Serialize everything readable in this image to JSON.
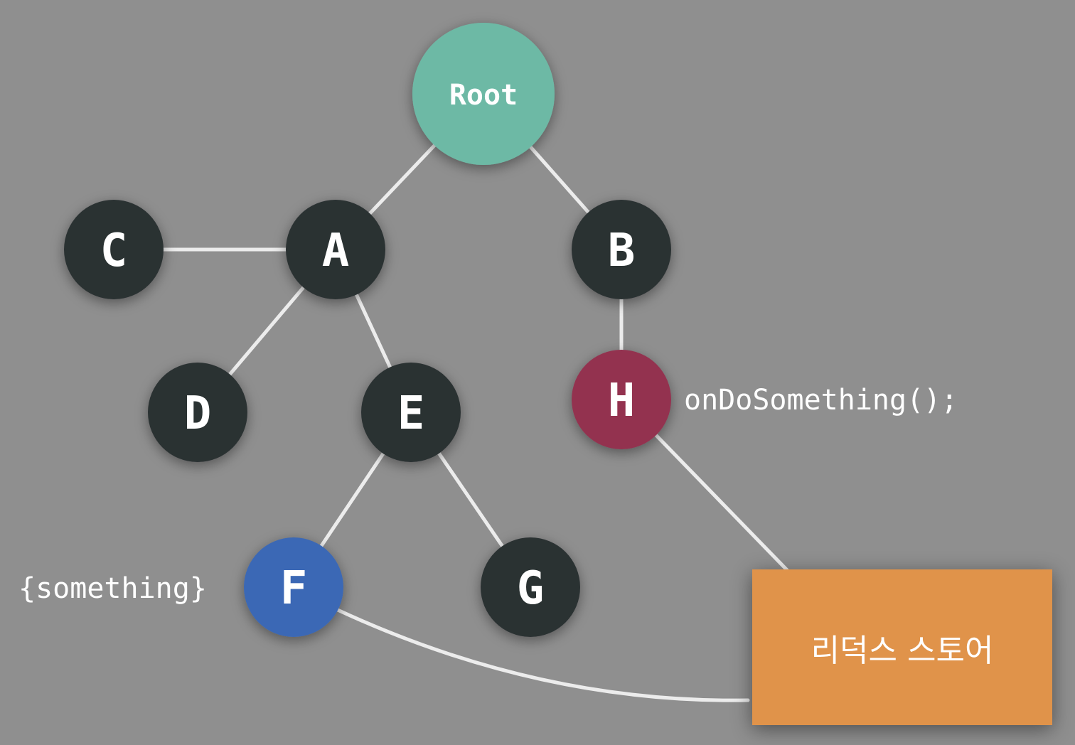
{
  "nodes": {
    "root": {
      "label": "Root",
      "color": "#6db9a5"
    },
    "a": {
      "label": "A",
      "color": "#2b3033"
    },
    "b": {
      "label": "B",
      "color": "#2b3033"
    },
    "c": {
      "label": "C",
      "color": "#2b3033"
    },
    "d": {
      "label": "D",
      "color": "#2b3033"
    },
    "e": {
      "label": "E",
      "color": "#2b3033"
    },
    "f": {
      "label": "F",
      "color": "#3a67b5"
    },
    "g": {
      "label": "G",
      "color": "#2b3033"
    },
    "h": {
      "label": "H",
      "color": "#93304f"
    }
  },
  "annotations": {
    "h_action": "onDoSomething();",
    "f_state": "{something}"
  },
  "store": {
    "label": "리덕스 스토어",
    "color": "#e0934a"
  },
  "edges": [
    [
      "root",
      "a"
    ],
    [
      "root",
      "b"
    ],
    [
      "a",
      "c"
    ],
    [
      "a",
      "d"
    ],
    [
      "a",
      "e"
    ],
    [
      "b",
      "h"
    ],
    [
      "e",
      "f"
    ],
    [
      "e",
      "g"
    ],
    [
      "h",
      "store"
    ],
    [
      "f",
      "store"
    ]
  ]
}
